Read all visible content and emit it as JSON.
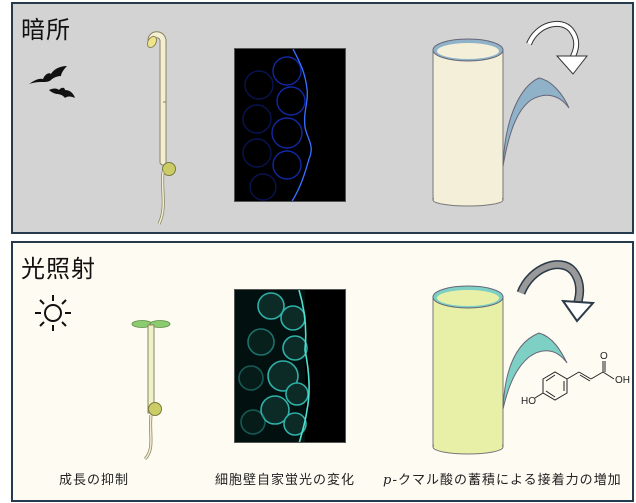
{
  "panels": {
    "dark": {
      "title": "暗所",
      "icon": "bat-icon",
      "seedling": "etiolated-seedling",
      "micrograph": "blue-autofluorescence",
      "diagram": "peeling-epidermis"
    },
    "light": {
      "title": "光照射",
      "icon": "sun-icon",
      "seedling": "green-seedling",
      "micrograph": "cyan-autofluorescence",
      "diagram": "peeling-epidermis-adhesion",
      "molecule_labels": {
        "oh": "OH",
        "ho": "HO",
        "o": "O"
      }
    }
  },
  "captions": {
    "growth": "成長の抑制",
    "fluorescence": "細胞壁自家蛍光の変化",
    "adhesion_italic": "p",
    "adhesion_rest": "-クマル酸の蓄積による接着力の増加"
  },
  "colors": {
    "dark_bg": "#d3d3d3",
    "light_bg": "#fdfbf2",
    "border": "#253a4c",
    "stem_dark": "#f4eed4",
    "stem_light": "#e8f0a8",
    "peel_dark": "#8fb2c8",
    "peel_light": "#7fd0c4",
    "leaf": "#8ccc70",
    "seed": "#cccc66"
  }
}
